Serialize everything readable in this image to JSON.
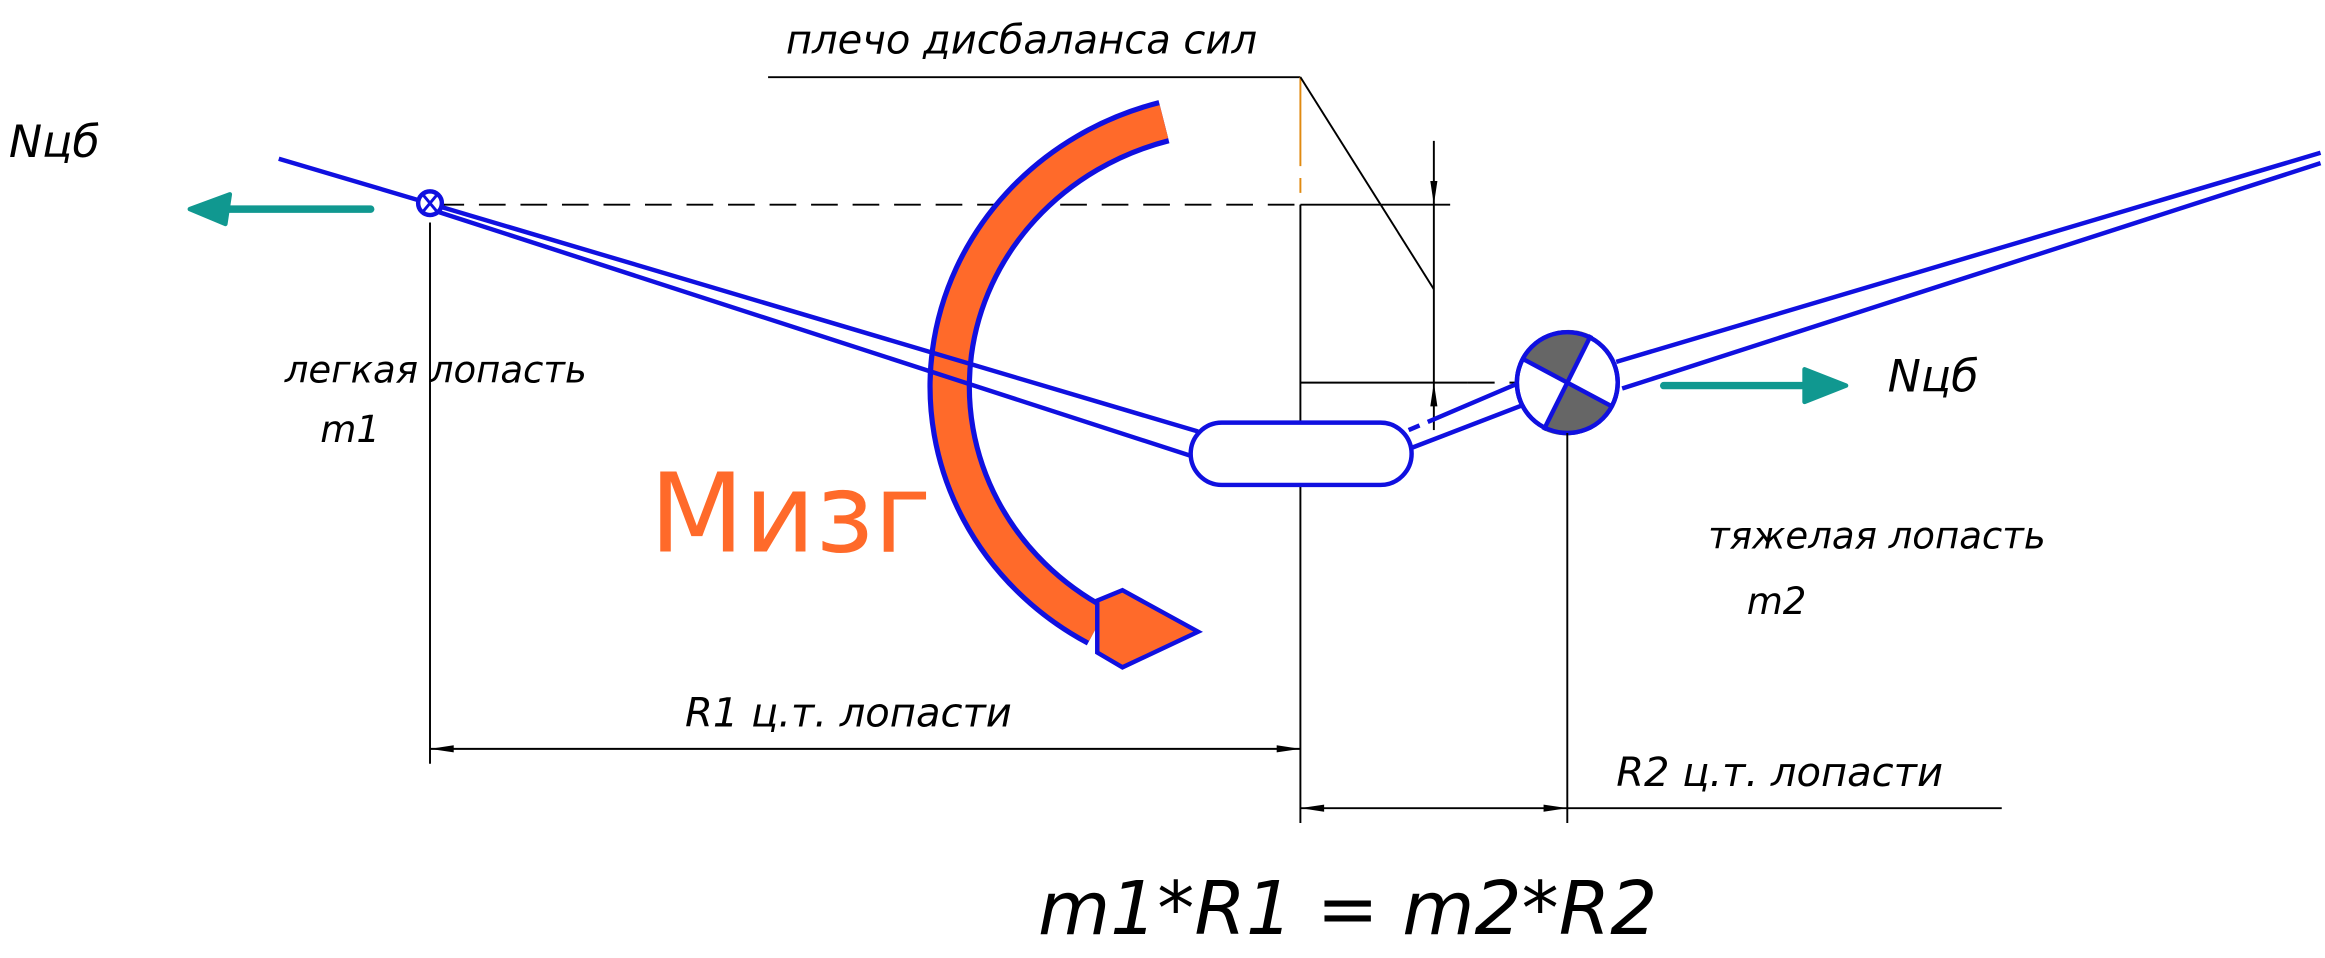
{
  "labels": {
    "imbalance_arm": "плечо дисбаланса сил",
    "force_left": "Nцб",
    "force_right": "Nцб",
    "light_blade": "легкая лопасть",
    "light_mass": "m1",
    "heavy_blade": "тяжелая лопасть",
    "heavy_mass": "m2",
    "moment": "Mизг",
    "r1": "R1 ц.т. лопасти",
    "r2": "R2 ц.т. лопасти",
    "formula": "m1*R1 = m2*R2"
  },
  "colors": {
    "blade": "#1010e0",
    "moment": "#ff6a2a",
    "force": "#109890",
    "mass_fill": "#666666"
  }
}
